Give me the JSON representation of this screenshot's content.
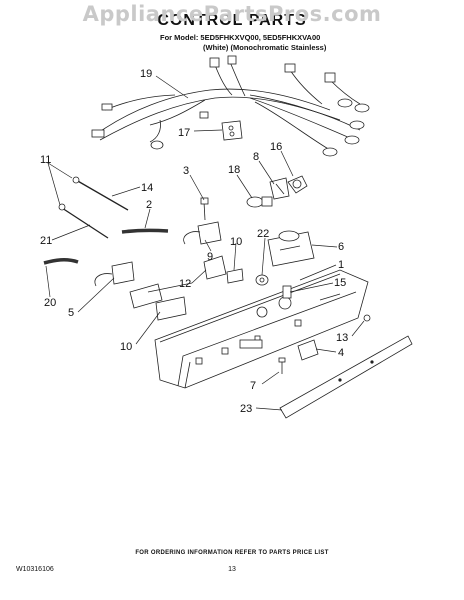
{
  "watermark": "AppliancePartsPros.com",
  "title": "CONTROL PARTS",
  "model_line_1": "For Model: 5ED5FHKXVQ00, 5ED5FHKXVA00",
  "model_line_2": "(White)    (Monochromatic Stainless)",
  "callouts": {
    "c19": "19",
    "c17": "17",
    "c16": "16",
    "c8": "8",
    "c18": "18",
    "c3": "3",
    "c11": "11",
    "c14": "14",
    "c2": "2",
    "c21": "21",
    "c9": "9",
    "c10a": "10",
    "c22": "22",
    "c6": "6",
    "c1": "1",
    "c12": "12",
    "c15": "15",
    "c20": "20",
    "c5": "5",
    "c13": "13",
    "c4": "4",
    "c10b": "10",
    "c7": "7",
    "c23": "23"
  },
  "footer_note": "FOR ORDERING INFORMATION REFER TO PARTS PRICE LIST",
  "doc_number": "W10316106",
  "page_number": "13"
}
